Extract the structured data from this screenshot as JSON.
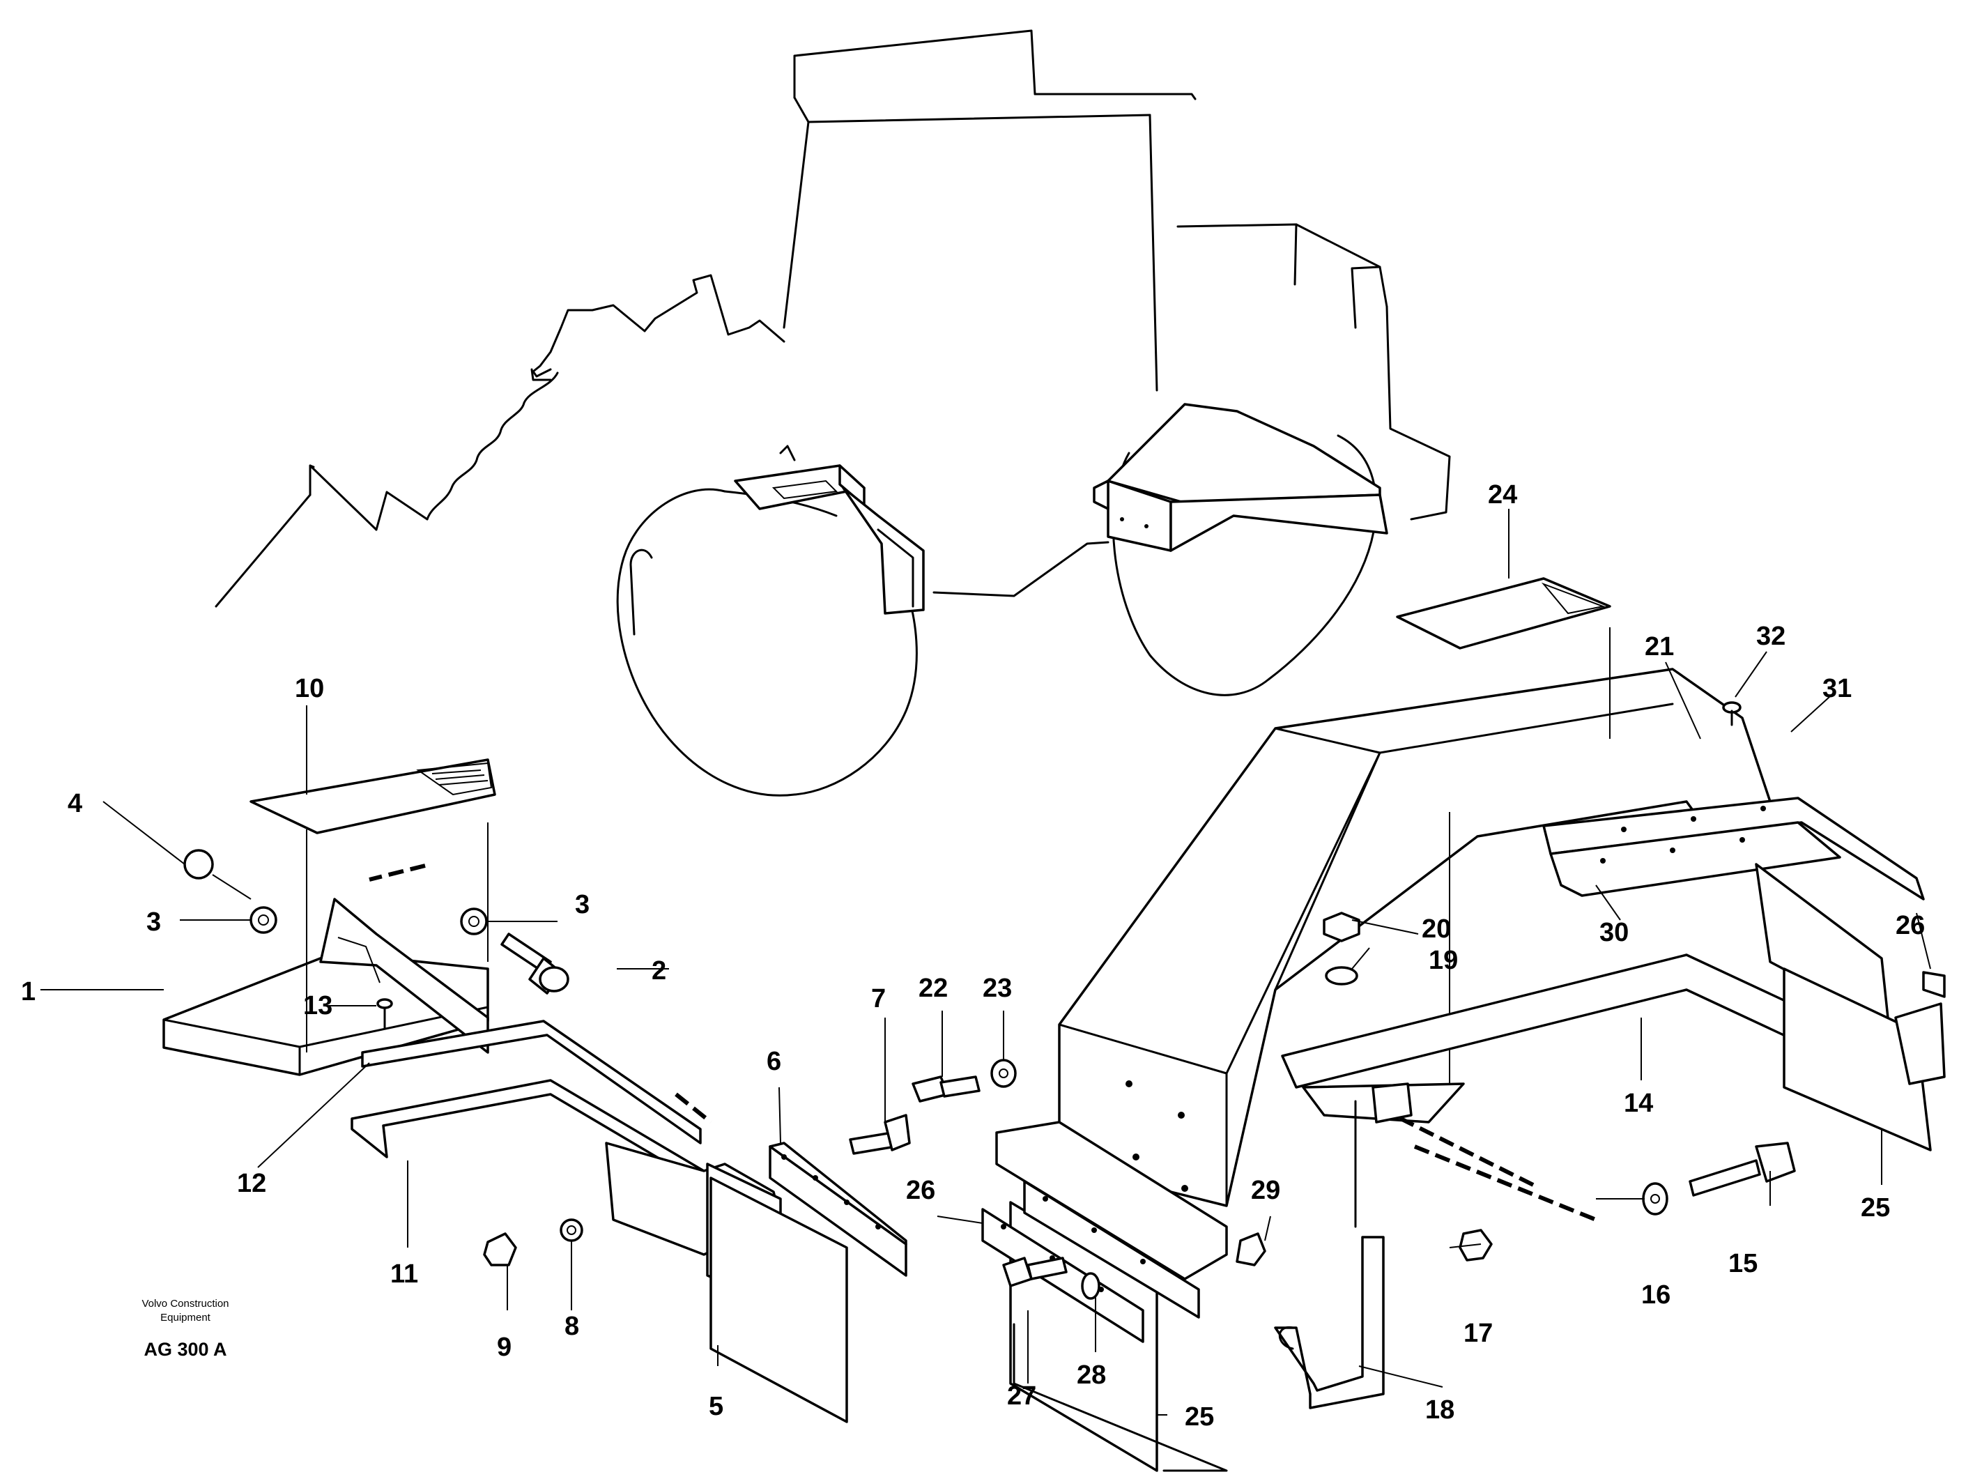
{
  "brand": {
    "line1": "Volvo Construction",
    "line2": "Equipment"
  },
  "drawing_code": "AG 300 A",
  "callouts": {
    "c1": "1",
    "c2": "2",
    "c3a": "3",
    "c3b": "3",
    "c4": "4",
    "c5": "5",
    "c6": "6",
    "c7": "7",
    "c8": "8",
    "c9": "9",
    "c10": "10",
    "c11": "11",
    "c12": "12",
    "c13": "13",
    "c14": "14",
    "c15": "15",
    "c16": "16",
    "c17": "17",
    "c18": "18",
    "c19": "19",
    "c20": "20",
    "c21": "21",
    "c22": "22",
    "c23": "23",
    "c24": "24",
    "c25a": "25",
    "c25b": "25",
    "c26a": "26",
    "c26b": "26",
    "c27": "27",
    "c28": "28",
    "c29": "29",
    "c30": "30",
    "c31": "31",
    "c32": "32"
  }
}
